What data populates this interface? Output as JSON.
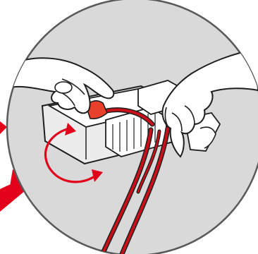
{
  "figure": {
    "colors": {
      "background": "#ffffff",
      "circle_fill": "#d9d9d9",
      "circle_stroke": "#5a5a5a",
      "outline": "#1e1e1e",
      "panel_white": "#ffffff",
      "panel_shade": "#ececec",
      "accent_red": "#e2001a",
      "wire_red": "#c8101a",
      "sleeve_orange": "#e8402a"
    },
    "icons": [
      "detail-magnifier-circle",
      "hand-pushing-connector",
      "hand-holding-wires",
      "rotation-arrow",
      "pointer-arrow"
    ]
  }
}
